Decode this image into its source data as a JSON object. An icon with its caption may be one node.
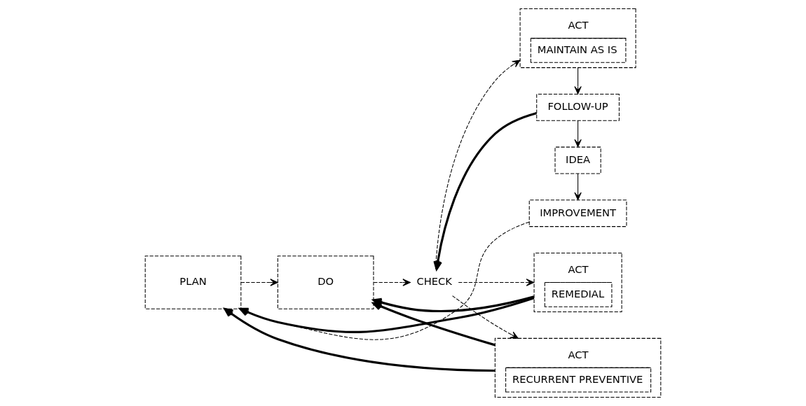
{
  "diagram": {
    "nodes": [
      {
        "text": [
          "PLAN"
        ]
      },
      {
        "text": [
          "DO"
        ]
      },
      {
        "text": [
          "CHECK"
        ]
      },
      {
        "text": [
          "ACT",
          "MAINTAIN AS IS"
        ]
      },
      {
        "text": [
          "ACT",
          "REMEDIAL"
        ]
      },
      {
        "text": [
          "ACT",
          "RECURRENT PREVENTIVE"
        ]
      },
      {
        "text": [
          "FOLLOW-UP"
        ]
      },
      {
        "text": [
          "IDEA"
        ]
      },
      {
        "text": [
          "IMPROVEMENT"
        ]
      }
    ],
    "edges": [
      {
        "from": 0,
        "to": 1,
        "arrow": "to",
        "style": "dashed"
      },
      {
        "from": 1,
        "to": 2,
        "arrow": "to",
        "style": "dashed"
      },
      {
        "from": 2,
        "to": 3,
        "arrow": "to",
        "style": "dashed"
      },
      {
        "from": 3,
        "to": 6,
        "arrow": "to"
      },
      {
        "from": 6,
        "to": 2,
        "arrow": "to",
        "style": "thick"
      },
      {
        "from": 6,
        "to": 7,
        "arrow": "to"
      },
      {
        "from": 7,
        "to": 8,
        "arrow": "to"
      },
      {
        "from": 8,
        "to": 0,
        "arrow": "to",
        "style": "dashed"
      },
      {
        "from": 2,
        "to": 4,
        "arrow": "to",
        "style": "dashed"
      },
      {
        "from": 2,
        "to": 5,
        "arrow": "to",
        "style": "dashed"
      },
      {
        "from": 4,
        "to": 0,
        "arrow": "to",
        "style": "thick"
      },
      {
        "from": 4,
        "to": 1,
        "arrow": "to",
        "style": "thick"
      },
      {
        "from": 5,
        "to": 0,
        "arrow": "to",
        "style": "thick"
      },
      {
        "from": 5,
        "to": 1,
        "arrow": "to",
        "style": "thick"
      }
    ]
  }
}
